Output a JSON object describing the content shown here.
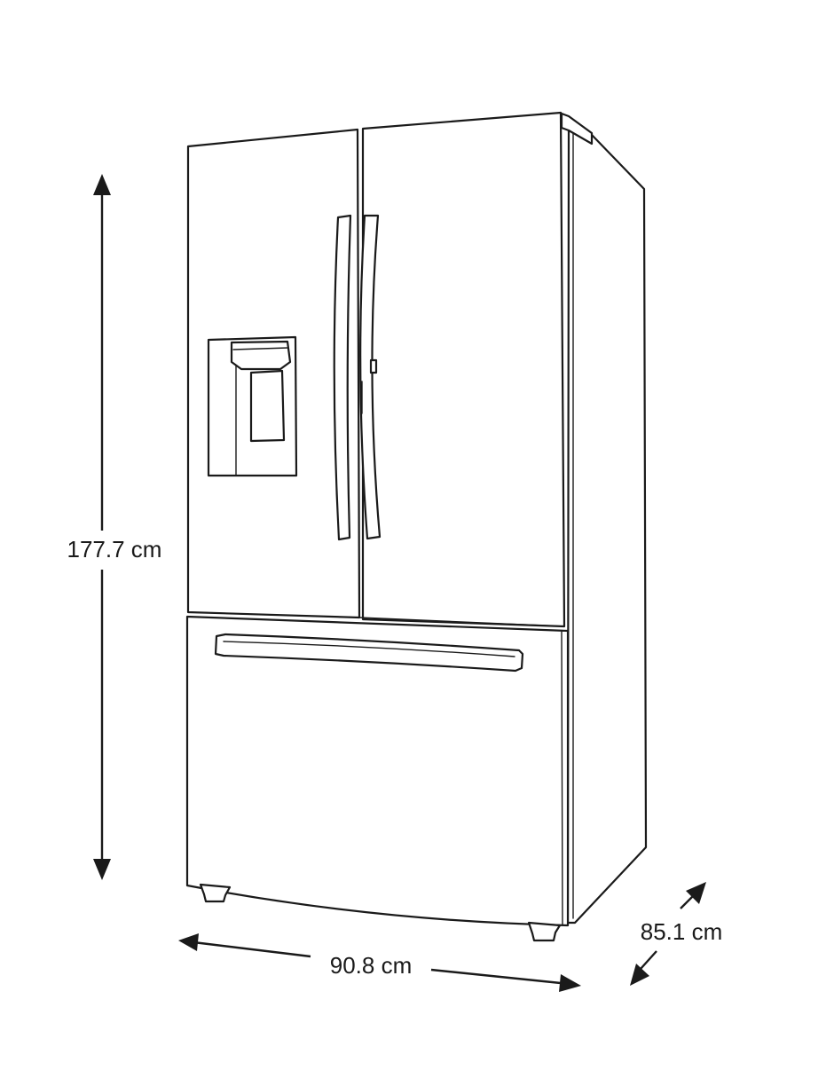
{
  "dimensions": {
    "height_label": "177.7 cm",
    "width_label": "90.8 cm",
    "depth_label": "85.1 cm"
  },
  "colors": {
    "line": "#1a1a1a",
    "background": "#ffffff"
  }
}
